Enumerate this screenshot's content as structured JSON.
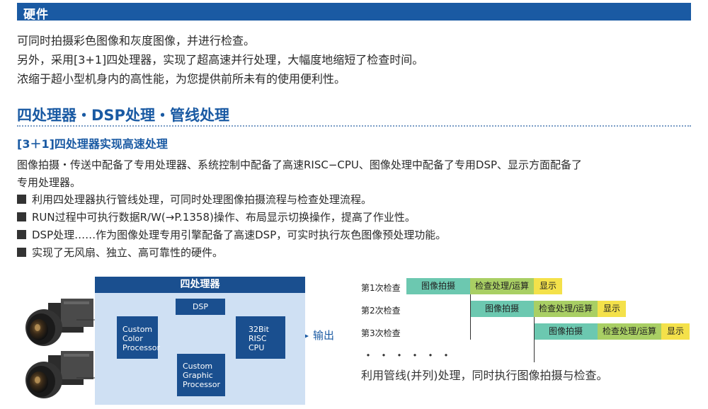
{
  "header": {
    "title": "硬件"
  },
  "intro": {
    "line1": "可同时拍摄彩色图像和灰度图像，并进行检查。",
    "line2": "另外，采用[3+1]四处理器，实现了超高速并行处理，大幅度地缩短了检查时间。",
    "line3": "浓缩于超小型机身内的高性能，为您提供前所未有的使用便利性。"
  },
  "section": {
    "title": "四处理器・DSP处理・管线处理",
    "subtitle": "[3＋1]四处理器实现高速处理",
    "desc_line1": "图像拍摄・传送中配备了专用处理器、系统控制中配备了高速RISC−CPU、图像处理中配备了专用DSP、显示方面配备了",
    "desc_line2": "专用处理器。",
    "bullets": [
      "利用四处理器执行管线处理，可同时处理图像拍摄流程与检查处理流程。",
      "RUN过程中可执行数据R/W(→P.1358)操作、布局显示切换操作，提高了作业性。",
      "DSP处理……作为图像处理专用引擎配备了高速DSP，可实时执行灰色图像预处理功能。",
      "实现了无风扇、独立、高可靠性的硬件。"
    ]
  },
  "diagram": {
    "title": "四处理器",
    "dsp": "DSP",
    "color_proc": [
      "Custom",
      "Color",
      "Processor"
    ],
    "graphic_proc": [
      "Custom",
      "Graphic",
      "Processor"
    ],
    "risc": [
      "32Bit",
      "RISC",
      "CPU"
    ],
    "output": "输出"
  },
  "timeline": {
    "rows": [
      {
        "label": "第1次检查",
        "cells": [
          "图像拍摄",
          "检查处理/运算",
          "显示"
        ]
      },
      {
        "label": "第2次检查",
        "cells": [
          "图像拍摄",
          "检查处理/运算",
          "显示"
        ]
      },
      {
        "label": "第3次检查",
        "cells": [
          "图像拍摄",
          "检查处理/运算",
          "显示"
        ]
      }
    ],
    "dots": "・・・・・・",
    "caption": "利用管线(并列)处理，同时执行图像拍摄与检查。"
  },
  "colors": {
    "header_bg": "#1a5aa3",
    "heading": "#1a5aa3",
    "processor_box": "#1a4f8f",
    "diagram_bg": "#cfe0f3",
    "capture_cell": "#6cc8b0",
    "check_cell": "#a9cf64",
    "display_cell": "#f4e14a"
  }
}
